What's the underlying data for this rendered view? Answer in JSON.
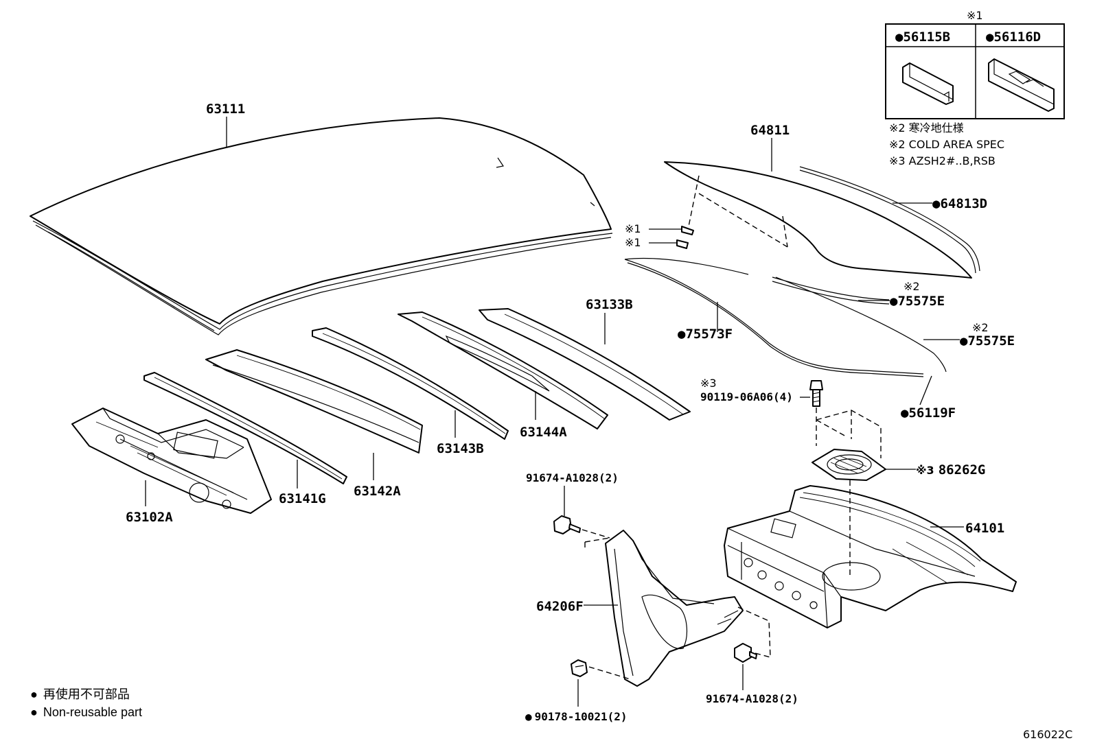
{
  "labels": {
    "roof_panel": "63111",
    "back_window_glass": "64811",
    "moulding_upper": "64813D",
    "moulding_left": "75573F",
    "moulding_right_a": "75575E",
    "moulding_right_b": "75575E",
    "dam_lower": "56119F",
    "bow_63133b": "63133B",
    "bow_63144a": "63144A",
    "bow_63143b": "63143B",
    "bow_63142a": "63142A",
    "bow_63141g": "63141G",
    "header_panel": "63102A",
    "bolt_upper": "90119-06A06(4)",
    "bracket_86262g": "86262G",
    "bolt_91674_top": "91674-A1028(2)",
    "shelf_panel": "64101",
    "pillar_brace": "64206F",
    "bolt_91674_bottom": "91674-A1028(2)",
    "nut_90178": "90178-10021(2)",
    "diagram_code": "616022C"
  },
  "marks": {
    "ref1": "※1",
    "ref2": "※2",
    "ref3": "※3",
    "dot": "●"
  },
  "inset": {
    "title": "※1",
    "left_part": "56115B",
    "right_part": "56116D"
  },
  "notes": {
    "line1": "※2 寒冷地仕様",
    "line2": "※2 COLD AREA SPEC",
    "line3": "※3 AZSH2#..B,RSB"
  },
  "legend": {
    "line_jp": "再使用不可部品",
    "line_en": "Non-reusable part"
  }
}
